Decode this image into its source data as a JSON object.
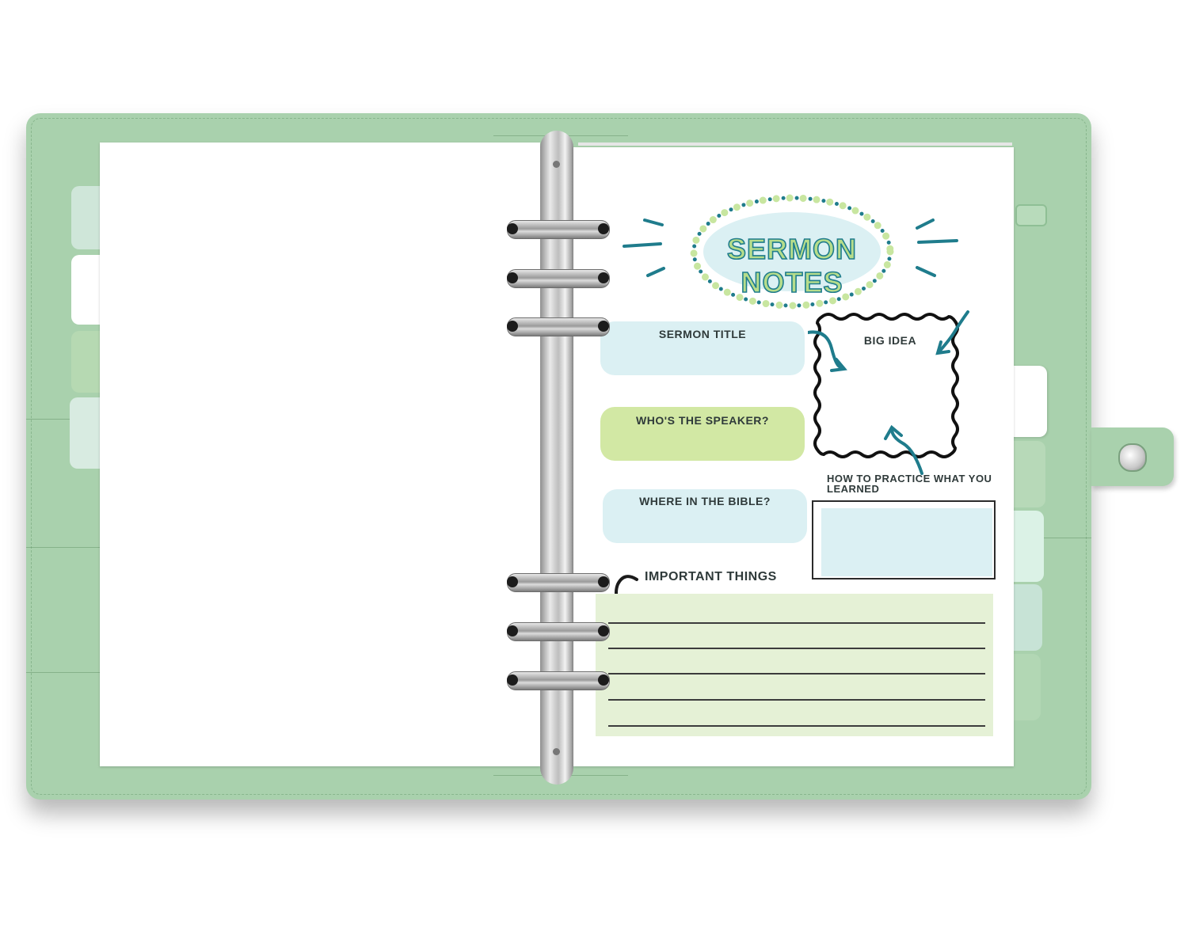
{
  "worksheet": {
    "title": "SERMON NOTES",
    "sections": {
      "sermon_title": "SERMON TITLE",
      "speaker": "WHO'S THE SPEAKER?",
      "bible": "WHERE IN THE BIBLE?",
      "big_idea": "BIG IDEA",
      "practice": "HOW TO PRACTICE WHAT YOU LEARNED",
      "important": "IMPORTANT THINGS"
    }
  },
  "colors": {
    "binder": "#a9d1ad",
    "light_blue": "#dbf0f3",
    "light_green": "#d2e8a4",
    "lines_panel": "#e5f1d6",
    "accent_teal": "#1f7c8c",
    "dot_green": "#c8e6a0"
  }
}
